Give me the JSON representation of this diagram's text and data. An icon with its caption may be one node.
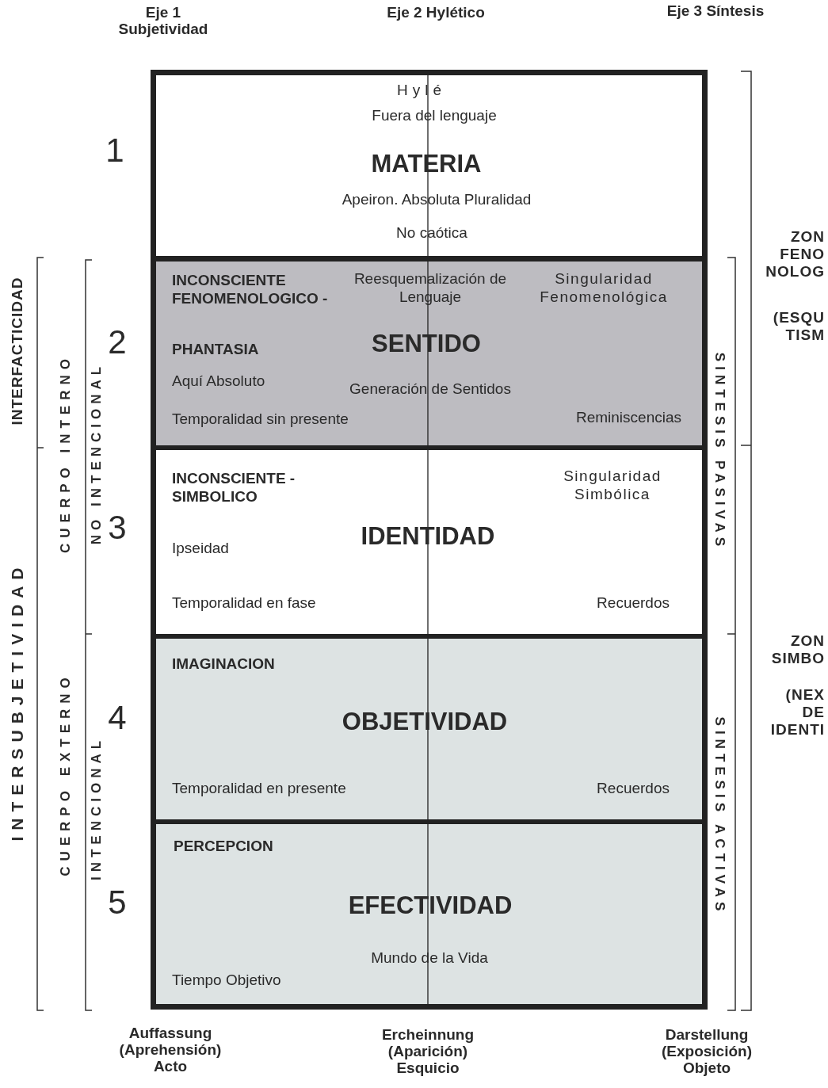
{
  "diagram": {
    "nodes": [
      {
        "text": [
          "Hylé",
          "Fuera del lenguaje",
          "MATERIA",
          "Apeiron. Absoluta Pluralidad",
          "No caótica"
        ]
      },
      {
        "text": [
          "INCONSCIENTE FENOMENOLOGICO -",
          "Reesquemalización de Lenguaje",
          "Singularidad Fenomenológica",
          "PHANTASIA",
          "SENTIDO",
          "Aquí Absoluto",
          "Generación de Sentidos",
          "Temporalidad sin presente",
          "Reminiscencias"
        ]
      },
      {
        "text": [
          "INCONSCIENTE - SIMBOLICO",
          "Singularidad Simbólica",
          "Ipseidad",
          "IDENTIDAD",
          "Temporalidad en fase",
          "Recuerdos"
        ]
      },
      {
        "text": [
          "IMAGINACION",
          "OBJETIVIDAD",
          "Temporalidad en presente",
          "Recuerdos"
        ]
      },
      {
        "text": [
          "PERCEPCION",
          "EFECTIVIDAD",
          "Mundo de la Vida",
          "Tiempo Objetivo"
        ]
      }
    ],
    "labels": [
      "Eje 1 Subjetividad",
      "Eje 2 Hylético",
      "Eje 3 Síntesis",
      "1",
      "ZON FENO NOLOG",
      "(ESQU TISM",
      "INTERFACTICIDAD",
      "CUERPO INTERNO",
      "NO INTENCIONAL",
      "2",
      "SINTESIS PASIVAS",
      "3",
      "INTERSUBJETIVIDAD",
      "ZON SIMBO",
      "(NEX DE IDENTI",
      "CUERPO EXTERNO",
      "INTENCIONAL",
      "4",
      "SINTESIS ACTIVAS",
      "5",
      "Auffassung (Aprehensión) Acto",
      "Ercheinnung (Aparición) Esquicio",
      "Darstellung (Exposición) Objeto"
    ]
  }
}
